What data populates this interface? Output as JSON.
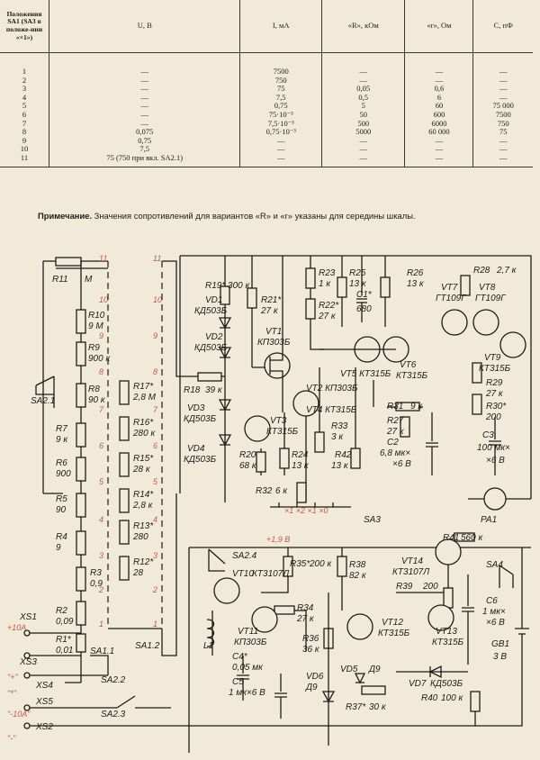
{
  "table": {
    "headers": [
      "Положения SA1 (SA3 в положе-нии «×1»)",
      "U, В",
      "I, мА",
      "«R», кОм",
      "«r», Ом",
      "C, пФ"
    ],
    "rows": [
      [
        "1",
        "—",
        "7500",
        "—",
        "—",
        "—"
      ],
      [
        "2",
        "—",
        "750",
        "—",
        "—",
        "—"
      ],
      [
        "3",
        "—",
        "75",
        "0,05",
        "0,6",
        "—"
      ],
      [
        "4",
        "—",
        "7,5",
        "0,5",
        "6",
        "—"
      ],
      [
        "5",
        "—",
        "0,75",
        "5",
        "60",
        "75 000"
      ],
      [
        "6",
        "—",
        "75·10⁻³",
        "50",
        "600",
        "7500"
      ],
      [
        "7",
        "—",
        "7,5·10⁻³",
        "500",
        "6000",
        "750"
      ],
      [
        "8",
        "0,075",
        "0,75·10⁻³",
        "5000",
        "60 000",
        "75"
      ],
      [
        "9",
        "0,75",
        "—",
        "—",
        "—",
        "—"
      ],
      [
        "10",
        "7,5",
        "—",
        "—",
        "—",
        "—"
      ],
      [
        "11",
        "75 (750 при вкл. SA2.1)",
        "—",
        "—",
        "—",
        "—"
      ]
    ]
  },
  "note": {
    "label": "Примечание.",
    "text": "Значения сопротивлений для вариантов «R» и «r» указаны для середины шкалы."
  },
  "schematic": {
    "labels": {
      "r11": "R11",
      "m": "M",
      "r10": "R10",
      "r10v": "9 M",
      "r9": "R9",
      "r9v": "900 к",
      "r8": "R8",
      "r8v": "90 к",
      "sa21": "SA2.1",
      "r7": "R7",
      "r7v": "9 к",
      "r6": "R6",
      "r6v": "900",
      "r5": "R5",
      "r5v": "90",
      "r4": "R4",
      "r4v": "9",
      "r3": "R3",
      "r3v": "0,9",
      "r2": "R2",
      "r2v": "0,09",
      "r1": "R1*",
      "r1v": "0,01",
      "xs1": "XS1",
      "plus10a": "+10A",
      "xs3": "XS3",
      "xs4": "XS4",
      "xs5": "XS5",
      "xs2": "XS2",
      "in_plus": "\"+\"",
      "in_star": "\"*\"",
      "in_10a": "\"-10A\"",
      "in_minus": "\"-\"",
      "sa11": "SA1.1",
      "sa12": "SA1.2",
      "sa22": "SA2.2",
      "sa23": "SA2.3",
      "sa24": "SA2.4",
      "sa4": "SA4",
      "r17": "R17*",
      "r17v": "2,8 M",
      "r16": "R16*",
      "r16v": "280 к",
      "r15": "R15*",
      "r15v": "28 к",
      "r14": "R14*",
      "r14v": "2,8 к",
      "r13": "R13*",
      "r13v": "280",
      "r12": "R12*",
      "r12v": "28",
      "r19": "R19* 300 к",
      "vd1": "VD1",
      "vd1v": "КД503Б",
      "vd2": "VD2",
      "vd2v": "КД503Б",
      "vd3": "VD3",
      "vd3v": "КД503Б",
      "vd4": "VD4",
      "vd4v": "КД503Б",
      "r18": "R18",
      "r18v": "39 к",
      "r21": "R21*",
      "r21v": "27 к",
      "vt1": "VT1",
      "vt1v": "КП303Б",
      "r23": "R23",
      "r23v": "1 к",
      "r22": "R22*",
      "r22v": "27 к",
      "r25": "R25",
      "r25v": "13 к",
      "c1": "C1*",
      "c1v": "680",
      "r26": "R26",
      "r26v": "13 к",
      "vt7": "VT7",
      "vt7v": "ГТ109Г",
      "r28": "R28",
      "r28v": "2,7 к",
      "vt8": "VT8",
      "vt8v": "ГТ109Г",
      "vt5": "VT5 КТ315Б",
      "vt6": "VT6",
      "vt6v": "КТ315Б",
      "vt2": "VT2 КП303Б",
      "vt4": "VT4 КТ315Б",
      "vt3": "VT3",
      "vt3v": "КТ315Б",
      "vt9": "VT9",
      "vt9v": "КТ315Б",
      "r29": "R29",
      "r29v": "27 к",
      "r30": "R30*",
      "r30v": "200",
      "r31": "R31",
      "r31v": "9 к",
      "r27": "R27",
      "r27v": "27 к",
      "c2": "C2",
      "c2v": "6,8 мк×",
      "c2v2": "×6 В",
      "c3": "C3",
      "c3v": "100 мк×",
      "c3v2": "×6 В",
      "r33": "R33",
      "r33v": "3 к",
      "r42": "R42",
      "r42v": "13 к",
      "r20": "R20",
      "r20v": "68 к",
      "r24": "R24",
      "r24v": "13 к",
      "r32": "R32",
      "r32v": "6 к",
      "sa3": "SA3",
      "sa3pos": "×1 ×2 ×1 ×0",
      "plus19": "+1,9 В",
      "pa1": "PA1",
      "r41": "R41",
      "r41v": "560 к",
      "vt14": "VT14",
      "vt14v": "КТ3107Л",
      "vt10": "VT10",
      "vt10v": "КТ3107Л",
      "r35": "R35*",
      "r35v": "200 к",
      "r38": "R38",
      "r38v": "82 к",
      "r39": "R39",
      "r39v": "200",
      "r34": "R34",
      "r34v": "27 к",
      "vt11": "VT11",
      "vt11v": "КП303Б",
      "r36": "R36",
      "r36v": "36 к",
      "vt12": "VT12",
      "vt12v": "КТ315Б",
      "vt13": "VT13",
      "vt13v": "КТ315Б",
      "l1": "L1",
      "c4": "C4*",
      "c4v": "0,05 мк",
      "c5": "C5",
      "c5v": "1 мк×6 В",
      "vd6": "VD6",
      "vd6v": "Д9",
      "vd5": "VD5",
      "vd5v": "Д9",
      "r37": "R37*",
      "r37v": "30 к",
      "vd7": "VD7",
      "vd7v": "КД503Б",
      "r40": "R40",
      "r40v": "100 к",
      "c6": "C6",
      "c6v": "1 мк×",
      "c6v2": "×6 В",
      "gb1": "GB1",
      "gb1v": "3 В"
    },
    "pins_left": [
      "11",
      "10",
      "9",
      "8",
      "7",
      "6",
      "5",
      "4",
      "3",
      "2",
      "1"
    ],
    "pins_mid": [
      "11",
      "10",
      "9",
      "8",
      "7",
      "6",
      "5",
      "4",
      "3",
      "2",
      "1"
    ]
  }
}
